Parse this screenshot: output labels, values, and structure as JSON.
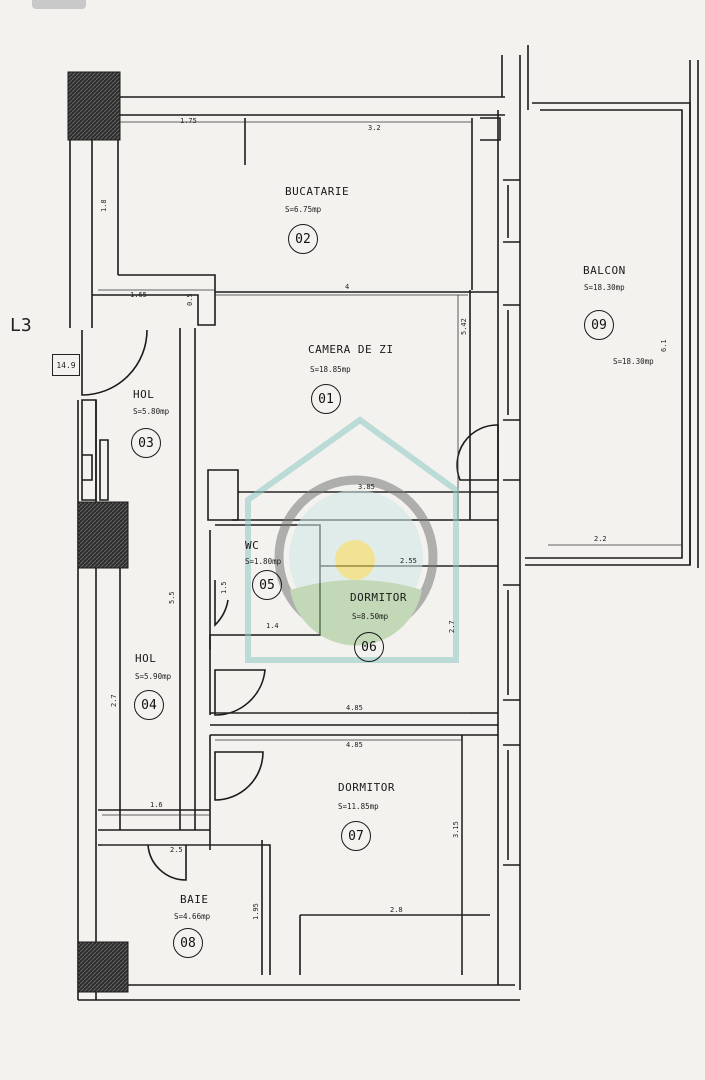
{
  "plan": {
    "level_label": "L3",
    "entrance_code": "14.9",
    "rooms": [
      {
        "id": "02",
        "name": "BUCATARIE",
        "area": "S=6.75mp"
      },
      {
        "id": "01",
        "name": "CAMERA DE ZI",
        "area": "S=18.85mp"
      },
      {
        "id": "09",
        "name": "BALCON",
        "area": "S=18.30mp",
        "area_alt": "S=18.30mp"
      },
      {
        "id": "03",
        "name": "HOL",
        "area": "S=5.80mp"
      },
      {
        "id": "05",
        "name": "WC",
        "area": "S=1.80mp"
      },
      {
        "id": "06",
        "name": "DORMITOR",
        "area": "S=8.50mp"
      },
      {
        "id": "04",
        "name": "HOL",
        "area": "S=5.90mp"
      },
      {
        "id": "07",
        "name": "DORMITOR",
        "area": "S=11.85mp"
      },
      {
        "id": "08",
        "name": "BAIE",
        "area": "S=4.66mp"
      }
    ],
    "dimensions": {
      "top_left": "1.75",
      "top_right": "3.2",
      "kitchen_height": "1.8",
      "hall_top": "1.65",
      "hall_small": "0.5",
      "living_width": "4",
      "living_height": "5.42",
      "living_lower": "3.85",
      "balcony_height": "6.1",
      "balcony_width": "2.2",
      "wc_width": "2.55",
      "wc_height": "1.5",
      "wc_bottom": "1.4",
      "bed6_height": "2.7",
      "bed6_width": "4.85",
      "bed7_width": "4.85",
      "bed7_height": "3.15",
      "hall_height": "5.5",
      "hall_lower": "2.7",
      "hall_bottom": "1.6",
      "bath_width": "2.5",
      "bath_height": "1.95",
      "bed7_bottom": "2.8"
    }
  },
  "colors": {
    "line": "#1b1b1b",
    "hatch": "#3a3a3a",
    "watermark_teal": "#8ec9c4",
    "watermark_sun": "#f2d64a",
    "watermark_green": "#9bc48a"
  }
}
